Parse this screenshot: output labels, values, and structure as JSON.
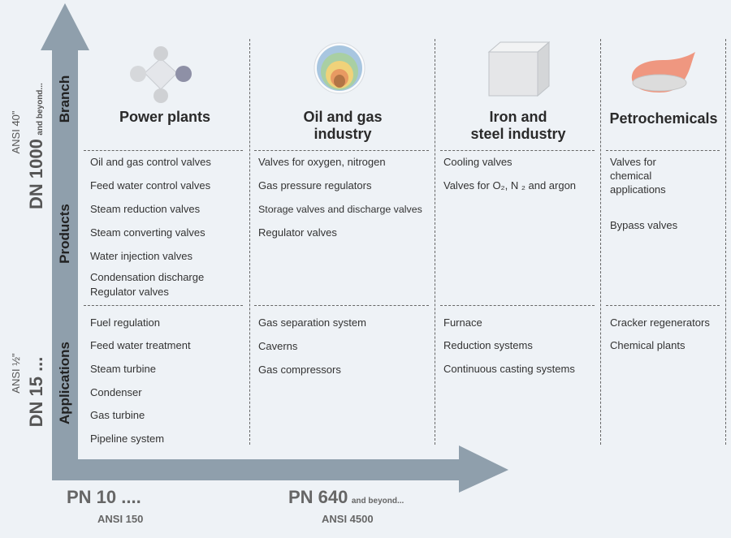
{
  "axis": {
    "y_top_dn": "DN 1000",
    "y_top_suffix": "and beyond...",
    "y_top_ansi": "ANSI 40\"",
    "y_bottom_dn": "DN 15 ...",
    "y_bottom_ansi": "ANSI ½\"",
    "x_left_pn": "PN 10 ....",
    "x_left_ansi": "ANSI 150",
    "x_right_pn": "PN 640",
    "x_right_suffix": "and beyond...",
    "x_right_ansi": "ANSI 4500"
  },
  "sections": {
    "branch": "Branch",
    "products": "Products",
    "applications": "Applications"
  },
  "columns": [
    {
      "icon": "power-plant-icon",
      "title_lines": [
        "Power plants",
        ""
      ],
      "products": [
        "Oil and gas control valves",
        "Feed water control valves",
        "Steam reduction valves",
        "Steam converting valves",
        "Water injection valves",
        "Condensation discharge",
        "Regulator valves"
      ],
      "applications": [
        "Fuel regulation",
        "Feed water treatment",
        "Steam turbine",
        "Condenser",
        "Gas turbine",
        "Pipeline system"
      ]
    },
    {
      "icon": "oil-gas-icon",
      "title_lines": [
        "Oil and gas",
        "industry"
      ],
      "products": [
        "Valves for oxygen, nitrogen",
        "Gas pressure regulators",
        "Storage valves and discharge valves",
        "Regulator valves"
      ],
      "applications": [
        "Gas separation system",
        "Caverns",
        "Gas compressors"
      ]
    },
    {
      "icon": "steel-block-icon",
      "title_lines": [
        "Iron and",
        "steel industry"
      ],
      "products": [
        "Cooling valves",
        "Valves for O₂, N ₂ and argon"
      ],
      "applications": [
        "Furnace",
        "Reduction systems",
        "Continuous casting systems"
      ]
    },
    {
      "icon": "petrochemical-icon",
      "title_lines": [
        "Petrochemicals",
        ""
      ],
      "products": [
        "Valves for",
        "chemical",
        "applications",
        "Bypass valves"
      ],
      "applications": [
        "Cracker regenerators",
        "Chemical plants"
      ]
    }
  ],
  "colors": {
    "arrow": "#8f9fac",
    "background": "#eef2f6"
  }
}
